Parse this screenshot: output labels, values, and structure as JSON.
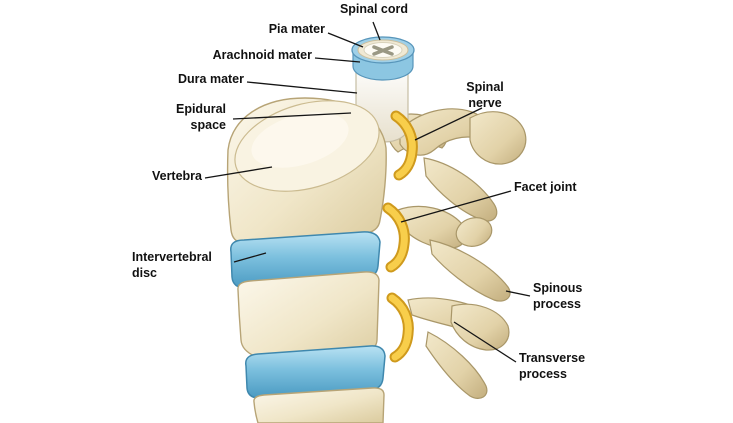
{
  "diagram": {
    "background": "#ffffff",
    "palette": {
      "bone": "#eee2c0",
      "disc_blue": "#7cc0de",
      "nerve_yellow": "#f8ce4b",
      "dura_blue": "#9fd0e8",
      "label_text": "#111111"
    },
    "labels": [
      {
        "id": "spinal-cord",
        "text": "Spinal cord"
      },
      {
        "id": "pia-mater",
        "text": "Pia mater"
      },
      {
        "id": "arachnoid-mater",
        "text": "Arachnoid mater"
      },
      {
        "id": "dura-mater",
        "text": "Dura mater"
      },
      {
        "id": "epidural-space",
        "text": "Epidural space"
      },
      {
        "id": "vertebra",
        "text": "Vertebra"
      },
      {
        "id": "intervertebral-disc",
        "text": "Intervertebral disc"
      },
      {
        "id": "spinal-nerve",
        "text": "Spinal nerve"
      },
      {
        "id": "facet-joint",
        "text": "Facet joint"
      },
      {
        "id": "spinous-process",
        "text": "Spinous process"
      },
      {
        "id": "transverse-process",
        "text": "Transverse process"
      }
    ]
  }
}
